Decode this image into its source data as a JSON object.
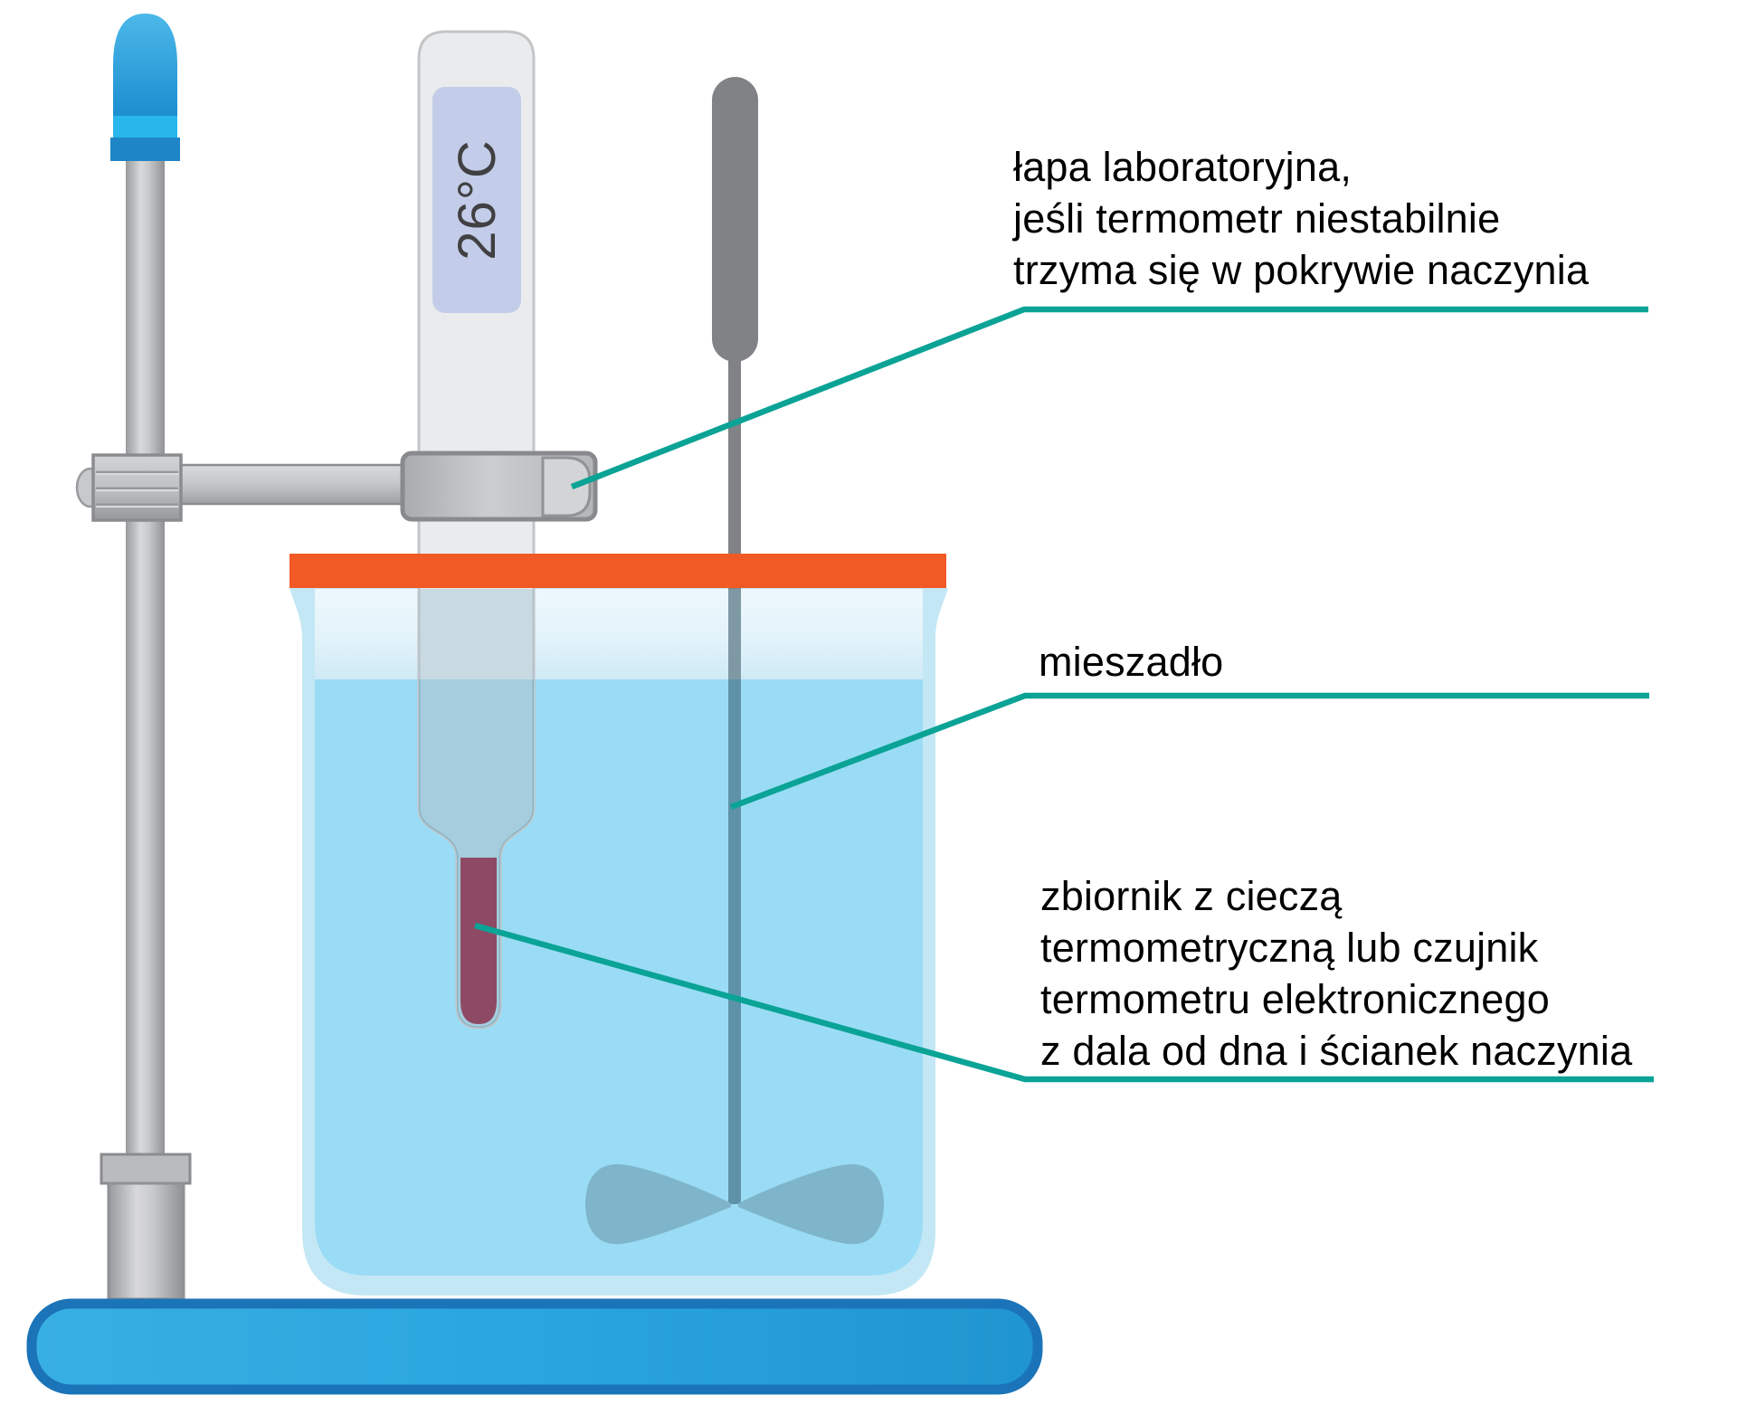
{
  "thermometer": {
    "reading": "26°C"
  },
  "labels": {
    "clamp": {
      "lines": [
        "łapa laboratoryjna,",
        "jeśli termometr niestabilnie",
        "trzyma się w pokrywie naczynia"
      ]
    },
    "stirrer": {
      "lines": [
        "mieszadło"
      ]
    },
    "bulb": {
      "lines": [
        "zbiornik z cieczą",
        "termometryczną lub czujnik",
        "termometru elektronicznego",
        "z dala od dna i ścianek naczynia"
      ]
    }
  },
  "colors": {
    "accent_teal": "#0aa396",
    "lid_orange": "#f15a24",
    "water_blue": "#9adcf5",
    "glass_wall": "#c3e7f5",
    "base_blue_fill": "#2aa5de",
    "base_blue_border": "#1b74b8",
    "bulb_maroon": "#8e4a64",
    "display_lavender": "#c3cde9",
    "handle_gray": "#808285",
    "propeller_blue_gray": "#7fb5cb",
    "cap_band_cyan": "#29b6ea",
    "cap_band_dark": "#1e86c6",
    "label_text": "#000000"
  }
}
